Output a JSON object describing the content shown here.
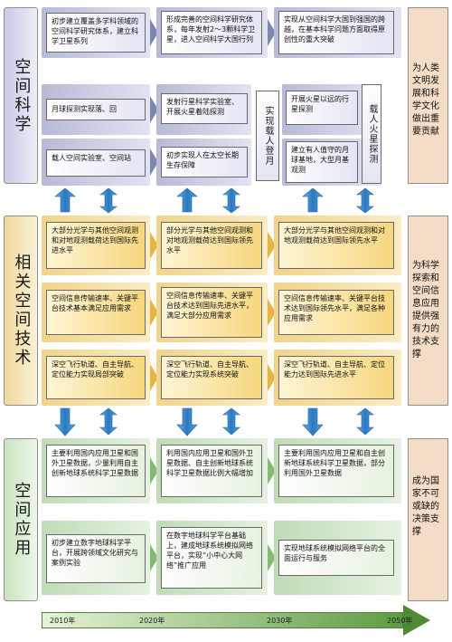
{
  "row_labels": {
    "space": "空间科学",
    "tech": "相关空间技术",
    "app": "空间应用"
  },
  "space": {
    "r1": [
      "初步建立覆盖多学科领域的空间科学研究体系，建立科学卫星系列",
      "形成完善的空间科学研究体系，每年发射2～3颗科学卫星，进入空间科学大国行列",
      "实现从空间科学大国到强国的跨越，在基本科学问题方面取得原创性的重大突破"
    ],
    "r2": [
      "月球探测实现落、回",
      "发射行星科学实验室、开展火星着陆探测"
    ],
    "r2b": "开展火星以远的行星探测",
    "r3": [
      "载人空间实验室、空间站",
      "初步实现人在太空长期生存保障"
    ],
    "r3b": "建立有人值守的月球基地，大型月基观测",
    "vertical_1": "实现载人登月",
    "vertical_2": "载人火星探测"
  },
  "tech": {
    "r1": [
      "大部分光学与其他空间观测和对地观测载荷达到国际先进水平",
      "部分光学与其他空间观测和对地观测载荷达到国际领先水平",
      "大部分光学与其他空间观测和对地观测载荷达到国际领先水平"
    ],
    "r2": [
      "空间信息传输速率、关键平台技术基本满足应用需求",
      "空间信息传输速率、关键平台技术达到国际先进水平，满足大部分应用需求",
      "空间信息传输速率、关键平台技术达到国际领先水平，满足各种应用需求"
    ],
    "r3": [
      "深空飞行轨道、自主导航、定位能力实现局部突破",
      "深空飞行轨道、自主导航、定位能力实现系统突破",
      "深空飞行轨道、自主导航、定位能力达到国际先进水平"
    ]
  },
  "app": {
    "r1": [
      "主要利用国内应用卫星和国外卫星数据，少量利用自主创新地球系统科学卫星数据",
      "利用国内应用卫星和国外卫星数据、自主创新地球系统科学卫星数据比例大幅增加",
      "主要利用国内应用卫星和自主创新地球系统科学卫星数据，部分利用国外卫星数据"
    ],
    "r2": [
      "初步建立数字地球科学平台，开展跨领域文化研究与案例实验",
      "在数字地球科学平台基础上，建成地球系统模拟网络平台，实现“小中心大网络”推广应用",
      "实现地球系统模拟网络平台的全面运行与服务"
    ]
  },
  "goals": {
    "space": "为人类文明发展和科学文化做出重要贡献",
    "tech": "为科学探索和空间信息应用提供强有力的技术支撑",
    "app": "成为国家不可或缺的决策支撑"
  },
  "timeline": [
    "2010年",
    "2020年",
    "2030年",
    "2050年"
  ],
  "colors": {
    "space": "#b7bad7",
    "tech": "#f1d48a",
    "app": "#bfdcb6",
    "arrow_blue": "#2f7fc4",
    "goal_bg": "#f5dcc6"
  }
}
